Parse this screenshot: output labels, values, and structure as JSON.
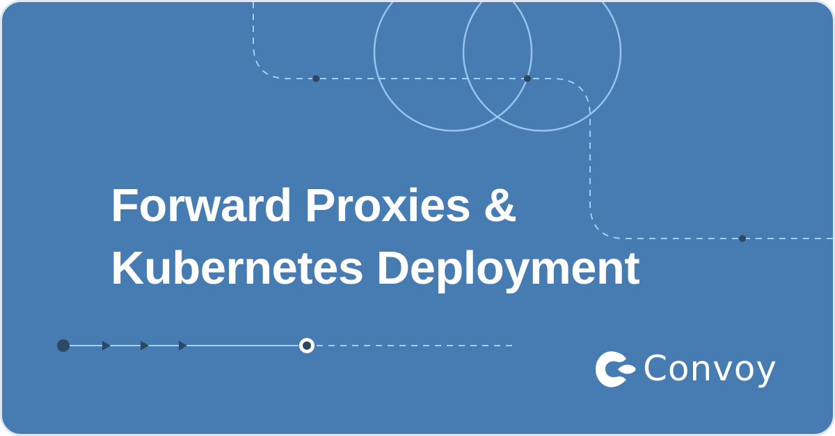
{
  "headline": {
    "line1": "Forward Proxies &",
    "line2": "Kubernetes Deployment"
  },
  "brand": {
    "name": "Convoy",
    "logo_icon": "convoy-logo-icon"
  },
  "colors": {
    "background": "#477cb2",
    "border": "#dde6f2",
    "text": "#ffffff",
    "accent_line": "#9fd0f8",
    "node_dark": "#2d4863"
  }
}
